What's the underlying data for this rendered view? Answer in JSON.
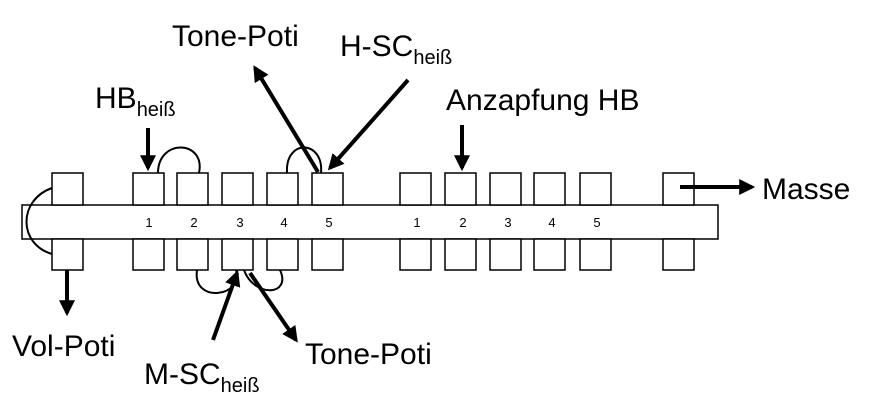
{
  "labels": {
    "tone_poti_top": "Tone-Poti",
    "h_sc_main": "H-SC",
    "h_sc_sub": "heiß",
    "hb_main": "HB",
    "hb_sub": "heiß",
    "anzapfung": "Anzapfung HB",
    "masse": "Masse",
    "vol_poti": "Vol-Poti",
    "m_sc_main": "M-SC",
    "m_sc_sub": "heiß",
    "tone_poti_bottom": "Tone-Poti"
  },
  "terminals_group1": [
    "1",
    "2",
    "3",
    "4",
    "5"
  ],
  "terminals_group2": [
    "1",
    "2",
    "3",
    "4",
    "5"
  ]
}
